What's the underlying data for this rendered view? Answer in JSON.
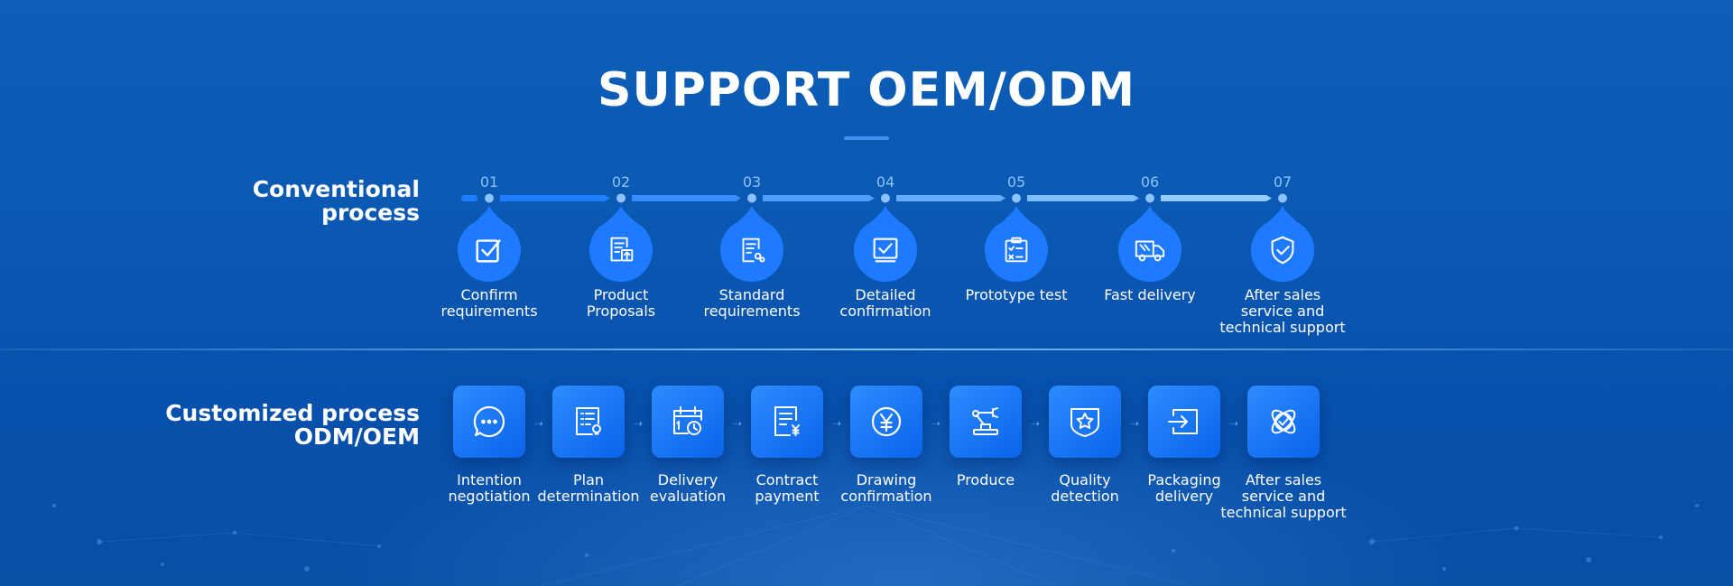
{
  "title": "SUPPORT OEM/ODM",
  "conventional": {
    "label_line1": "Conventional",
    "label_line2": "process",
    "steps": [
      {
        "num": "01",
        "label": "Confirm\nrequirements",
        "icon": "check-box-icon"
      },
      {
        "num": "02",
        "label": "Product\nProposals",
        "icon": "document-upload-icon"
      },
      {
        "num": "03",
        "label": "Standard\nrequirements",
        "icon": "document-settings-icon"
      },
      {
        "num": "04",
        "label": "Detailed\nconfirmation",
        "icon": "monitor-check-icon"
      },
      {
        "num": "05",
        "label": "Prototype test",
        "icon": "clipboard-checklist-icon"
      },
      {
        "num": "06",
        "label": "Fast delivery",
        "icon": "delivery-truck-icon"
      },
      {
        "num": "07",
        "label": "After sales\nservice and\ntechnical support",
        "icon": "shield-check-icon"
      }
    ]
  },
  "customized": {
    "label_line1": "Customized process",
    "label_line2": "ODM/OEM",
    "steps": [
      {
        "label": "Intention\nnegotiation",
        "icon": "chat-bubble-icon"
      },
      {
        "label": "Plan\ndetermination",
        "icon": "document-list-bulb-icon"
      },
      {
        "label": "Delivery\nevaluation",
        "icon": "calendar-clock-icon"
      },
      {
        "label": "Contract\npayment",
        "icon": "contract-yen-icon"
      },
      {
        "label": "Drawing\nconfirmation",
        "icon": "yen-circle-icon"
      },
      {
        "label": "Produce",
        "icon": "robotic-arm-icon"
      },
      {
        "label": "Quality\ndetection",
        "icon": "star-shield-icon"
      },
      {
        "label": "Packaging\ndelivery",
        "icon": "box-arrow-icon"
      },
      {
        "label": "After sales\nservice and\ntechnical support",
        "icon": "atom-check-icon"
      }
    ]
  },
  "colors": {
    "background": "#0a56b0",
    "accent": "#1e7bff",
    "track": "#3b8cff",
    "step_number": "#8cc2ff"
  }
}
